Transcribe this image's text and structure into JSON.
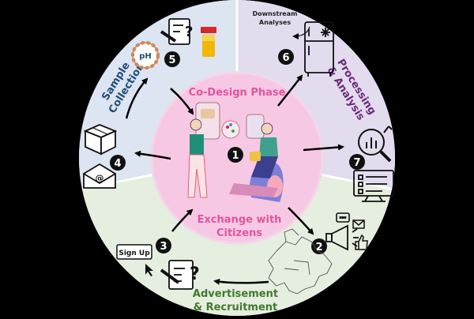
{
  "center": {
    "title": "Co-Design Phase",
    "subtitle_line1": "Exchange with",
    "subtitle_line2": "Citizens"
  },
  "steps": [
    {
      "number": "1"
    },
    {
      "number": "2"
    },
    {
      "number": "3"
    },
    {
      "number": "4"
    },
    {
      "number": "5"
    },
    {
      "number": "6"
    },
    {
      "number": "7"
    }
  ],
  "sectors": {
    "collection": {
      "line1": "Sample",
      "line2": "Collection"
    },
    "processing": {
      "line1": "Processing",
      "line2": "& Analysis"
    },
    "recruitment": {
      "line1": "Advertisement",
      "line2": "& Recruitment"
    }
  },
  "downstream": {
    "line1": "Downstream",
    "line2": "Analyses"
  },
  "icons": {
    "sign_up_label": "Sign Up",
    "ph_label": "pH",
    "email_symbol": "@",
    "question_mark": "?"
  },
  "colors": {
    "collection_sector": "#dde4f2",
    "processing_sector": "#e3dcef",
    "recruitment_sector": "#e6eedf",
    "center_circle": "#f7c8e4",
    "title_pink": "#e0559e",
    "collection_text": "#1f4d78",
    "processing_text": "#6a2a7a",
    "recruitment_text": "#3f7a2e"
  }
}
